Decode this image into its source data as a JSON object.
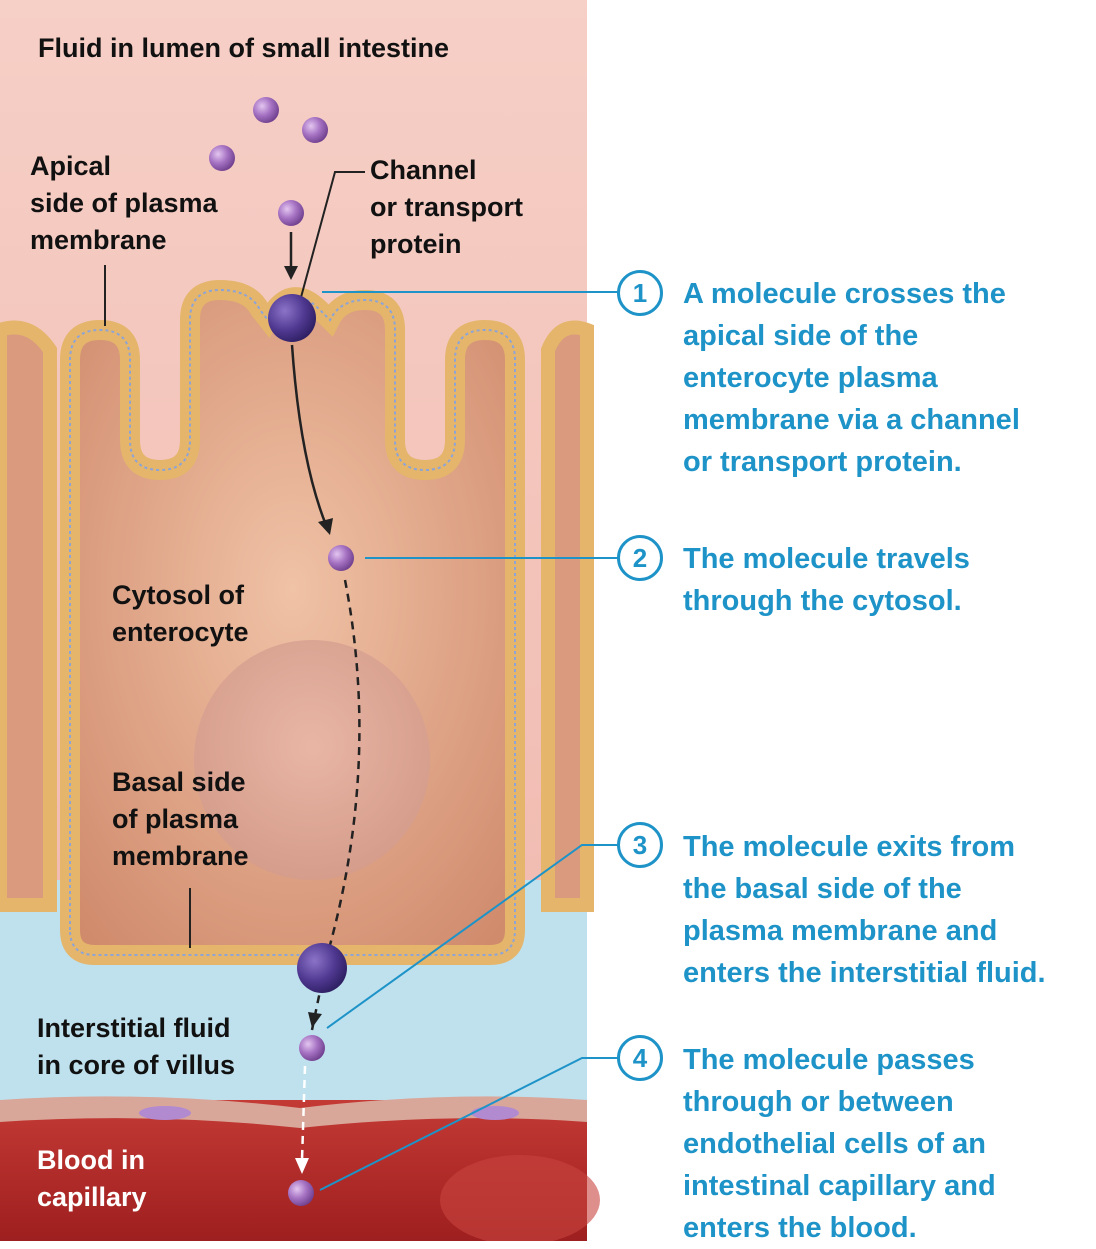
{
  "labels": {
    "lumen": "Fluid in lumen of small intestine",
    "apical": [
      "Apical",
      "side of plasma",
      "membrane"
    ],
    "channel": [
      "Channel",
      "or transport",
      "protein"
    ],
    "cytosol": [
      "Cytosol of",
      "enterocyte"
    ],
    "basal": [
      "Basal side",
      "of plasma",
      "membrane"
    ],
    "interstitial": [
      "Interstitial fluid",
      "in core of villus"
    ],
    "blood": [
      "Blood in",
      "capillary"
    ]
  },
  "steps": [
    {
      "number": "1",
      "lines": [
        "A molecule crosses the",
        "apical side of the",
        "enterocyte plasma",
        "membrane via a channel",
        "or transport protein."
      ]
    },
    {
      "number": "2",
      "lines": [
        "The molecule travels",
        "through the cytosol."
      ]
    },
    {
      "number": "3",
      "lines": [
        "The molecule exits from",
        "the basal side of the",
        "plasma membrane and",
        "enters the interstitial fluid."
      ]
    },
    {
      "number": "4",
      "lines": [
        "The molecule passes",
        "through or between",
        "endothelial cells of an",
        "intestinal capillary and",
        "enters the blood."
      ]
    }
  ],
  "colors": {
    "lumen": "#f3c2b9",
    "cell": "#d9967a",
    "membrane": "#e4b56b",
    "interstitial": "#bfe1ee",
    "blood": "#b52a28",
    "molecule": "#9a66b8",
    "protein": "#553c94",
    "accent": "#1e93c8"
  }
}
